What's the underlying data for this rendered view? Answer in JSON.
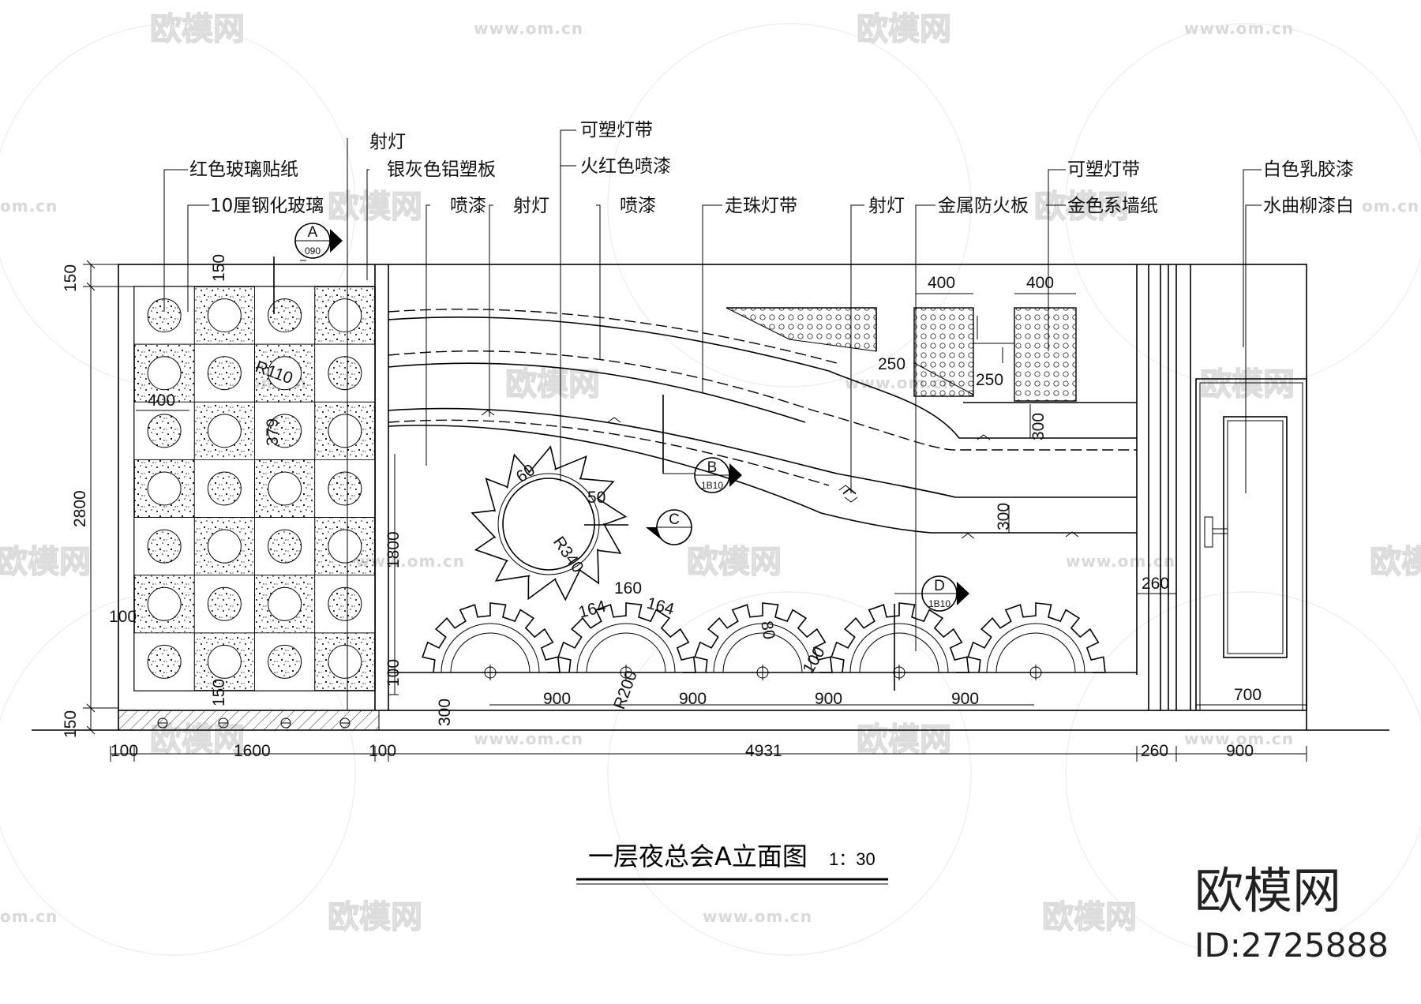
{
  "drawing": {
    "title": "一层夜总会A立面图",
    "scale": "1：30"
  },
  "brand": {
    "name": "欧模网",
    "id": "ID:2725888"
  },
  "watermark": {
    "logo_text": "欧模网",
    "url": "www.om.cn",
    "url_short": "om.cn"
  },
  "annotations": {
    "red_glass_film": "红色玻璃贴纸",
    "tempered_glass": "10厘钢化玻璃",
    "spotlight_1": "射灯",
    "silver_aluminium_panel": "银灰色铝塑板",
    "spray_paint_1": "喷漆",
    "spotlight_2": "射灯",
    "flexible_light_strip_1": "可塑灯带",
    "fire_red_paint": "火红色喷漆",
    "spray_paint_2": "喷漆",
    "chasing_light_strip": "走珠灯带",
    "spotlight_3": "射灯",
    "metal_fire_board": "金属防火板",
    "flexible_light_strip_2": "可塑灯带",
    "gold_wallpaper": "金色系墙纸",
    "white_latex_paint": "白色乳胶漆",
    "willow_white_paint": "水曲柳漆白"
  },
  "section_tags": [
    {
      "letter": "A",
      "sheet": "090"
    },
    {
      "letter": "B",
      "sheet": "1B10"
    },
    {
      "letter": "C",
      "sheet": ""
    },
    {
      "letter": "D",
      "sheet": "1B10"
    }
  ],
  "dimensions": {
    "height_total": "2800",
    "top_150": "150",
    "bottom_150": "150",
    "glass_150_top": "150",
    "glass_150_bottom": "150",
    "panel_400": "400",
    "radius_110": "R110",
    "spacing_379": "379",
    "left_100": "100",
    "h_1800": "1800",
    "h_100": "100",
    "h_300": "300",
    "box_400_a": "400",
    "box_400_b": "400",
    "gap_250_a": "250",
    "gap_250_b": "250",
    "v_300_a": "300",
    "v_300_b": "300",
    "offset_260": "260",
    "sun_60": "60",
    "sun_50": "50",
    "sun_r340": "R340",
    "gear_160": "160",
    "gear_164_a": "164",
    "gear_164_b": "164",
    "gear_80": "80",
    "gear_r200": "R200",
    "gear_100": "100",
    "pitch_900_a": "900",
    "pitch_900_b": "900",
    "pitch_900_c": "900",
    "pitch_900_d": "900",
    "door_700": "700",
    "bottom_100_a": "100",
    "bottom_1600": "1600",
    "bottom_100_b": "100",
    "bottom_4931": "4931",
    "bottom_260": "260",
    "bottom_900": "900"
  }
}
